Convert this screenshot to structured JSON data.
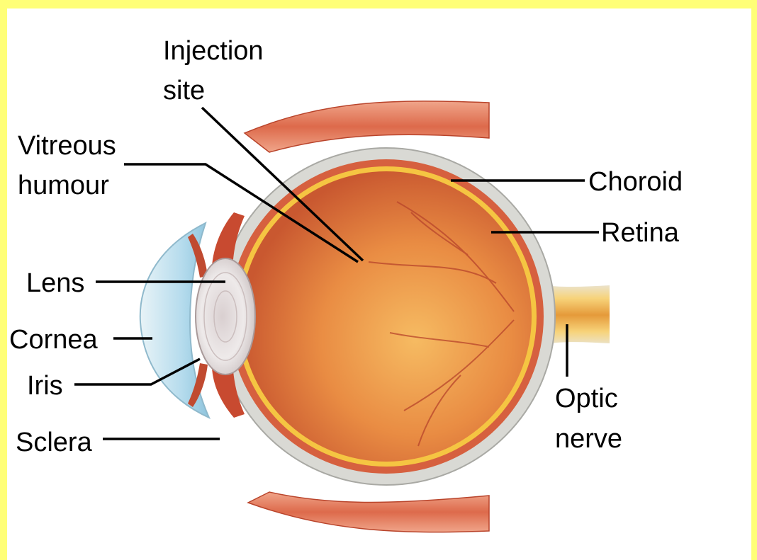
{
  "colors": {
    "frame": "#ffff77",
    "background": "#ffffff",
    "sclera": "#d9d9d4",
    "muscle": "#d9684a",
    "choroid": "#c84f33",
    "retina": "#f5c542",
    "vitreous": "#e8873f",
    "cornea": "#bfe1ef",
    "lens": "#e9e3e3",
    "nerve": "#f2c25c",
    "leader_line": "#000000"
  },
  "labels": {
    "injection_site": [
      "Injection",
      "site"
    ],
    "vitreous_humour": [
      "Vitreous",
      "humour"
    ],
    "choroid": "Choroid",
    "retina": "Retina",
    "lens": "Lens",
    "cornea": "Cornea",
    "iris": "Iris",
    "sclera": "Sclera",
    "optic_nerve": [
      "Optic",
      "nerve"
    ]
  }
}
